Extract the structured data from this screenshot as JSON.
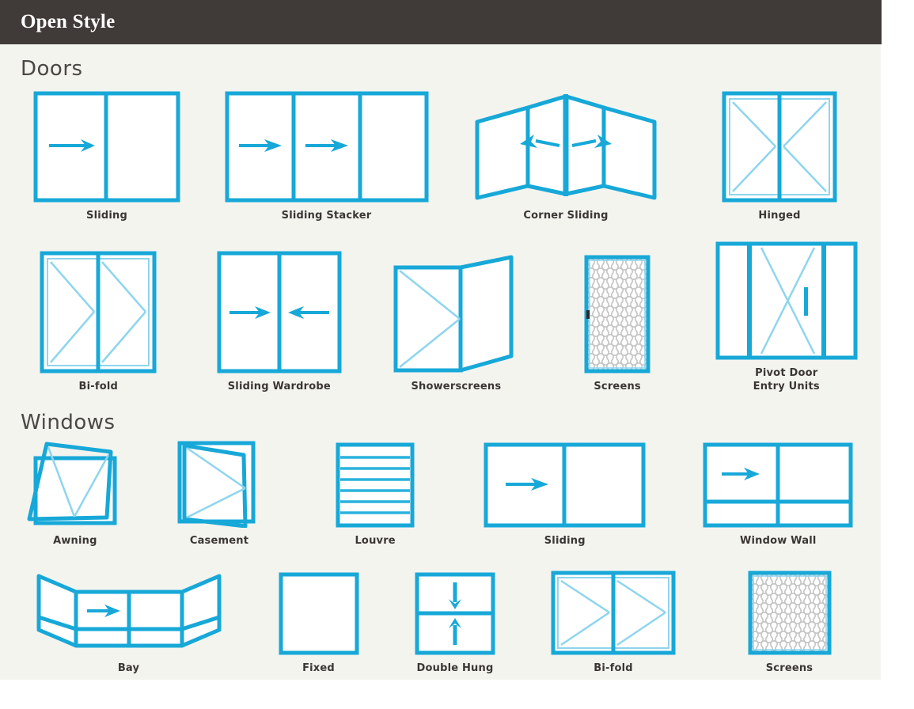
{
  "header": {
    "title": "Open Style"
  },
  "accent_colors": {
    "brand_blue": "#17A8D8",
    "light_blue": "#8ED5EE",
    "header_bg": "#403A38",
    "panel_bg": "#F4F4EF",
    "label_text": "#3A3634",
    "page_bg": "#FFFFFF",
    "mesh_gray": "#C9C9C9"
  },
  "sections": [
    {
      "title": "Doors",
      "rows": [
        [
          {
            "label": "Sliding",
            "icon": "sliding-door-icon"
          },
          {
            "label": "Sliding Stacker",
            "icon": "sliding-stacker-door-icon"
          },
          {
            "label": "Corner Sliding",
            "icon": "corner-sliding-door-icon"
          },
          {
            "label": "Hinged",
            "icon": "hinged-door-icon"
          }
        ],
        [
          {
            "label": "Bi-fold",
            "icon": "bi-fold-door-icon"
          },
          {
            "label": "Sliding Wardrobe",
            "icon": "sliding-wardrobe-door-icon"
          },
          {
            "label": "Showerscreens",
            "icon": "showerscreen-door-icon"
          },
          {
            "label": "Screens",
            "icon": "screen-door-icon"
          },
          {
            "label": "Pivot Door\nEntry Units",
            "label_line1": "Pivot Door",
            "label_line2": "Entry Units",
            "icon": "pivot-door-entry-unit-icon"
          }
        ]
      ]
    },
    {
      "title": "Windows",
      "rows": [
        [
          {
            "label": "Awning",
            "icon": "awning-window-icon"
          },
          {
            "label": "Casement",
            "icon": "casement-window-icon"
          },
          {
            "label": "Louvre",
            "icon": "louvre-window-icon"
          },
          {
            "label": "Sliding",
            "icon": "sliding-window-icon"
          },
          {
            "label": "Window Wall",
            "icon": "window-wall-icon"
          }
        ],
        [
          {
            "label": "Bay",
            "icon": "bay-window-icon"
          },
          {
            "label": "Fixed",
            "icon": "fixed-window-icon"
          },
          {
            "label": "Double Hung",
            "icon": "double-hung-window-icon"
          },
          {
            "label": "Bi-fold",
            "icon": "bi-fold-window-icon"
          },
          {
            "label": "Screens",
            "icon": "screen-window-icon"
          }
        ]
      ]
    }
  ]
}
